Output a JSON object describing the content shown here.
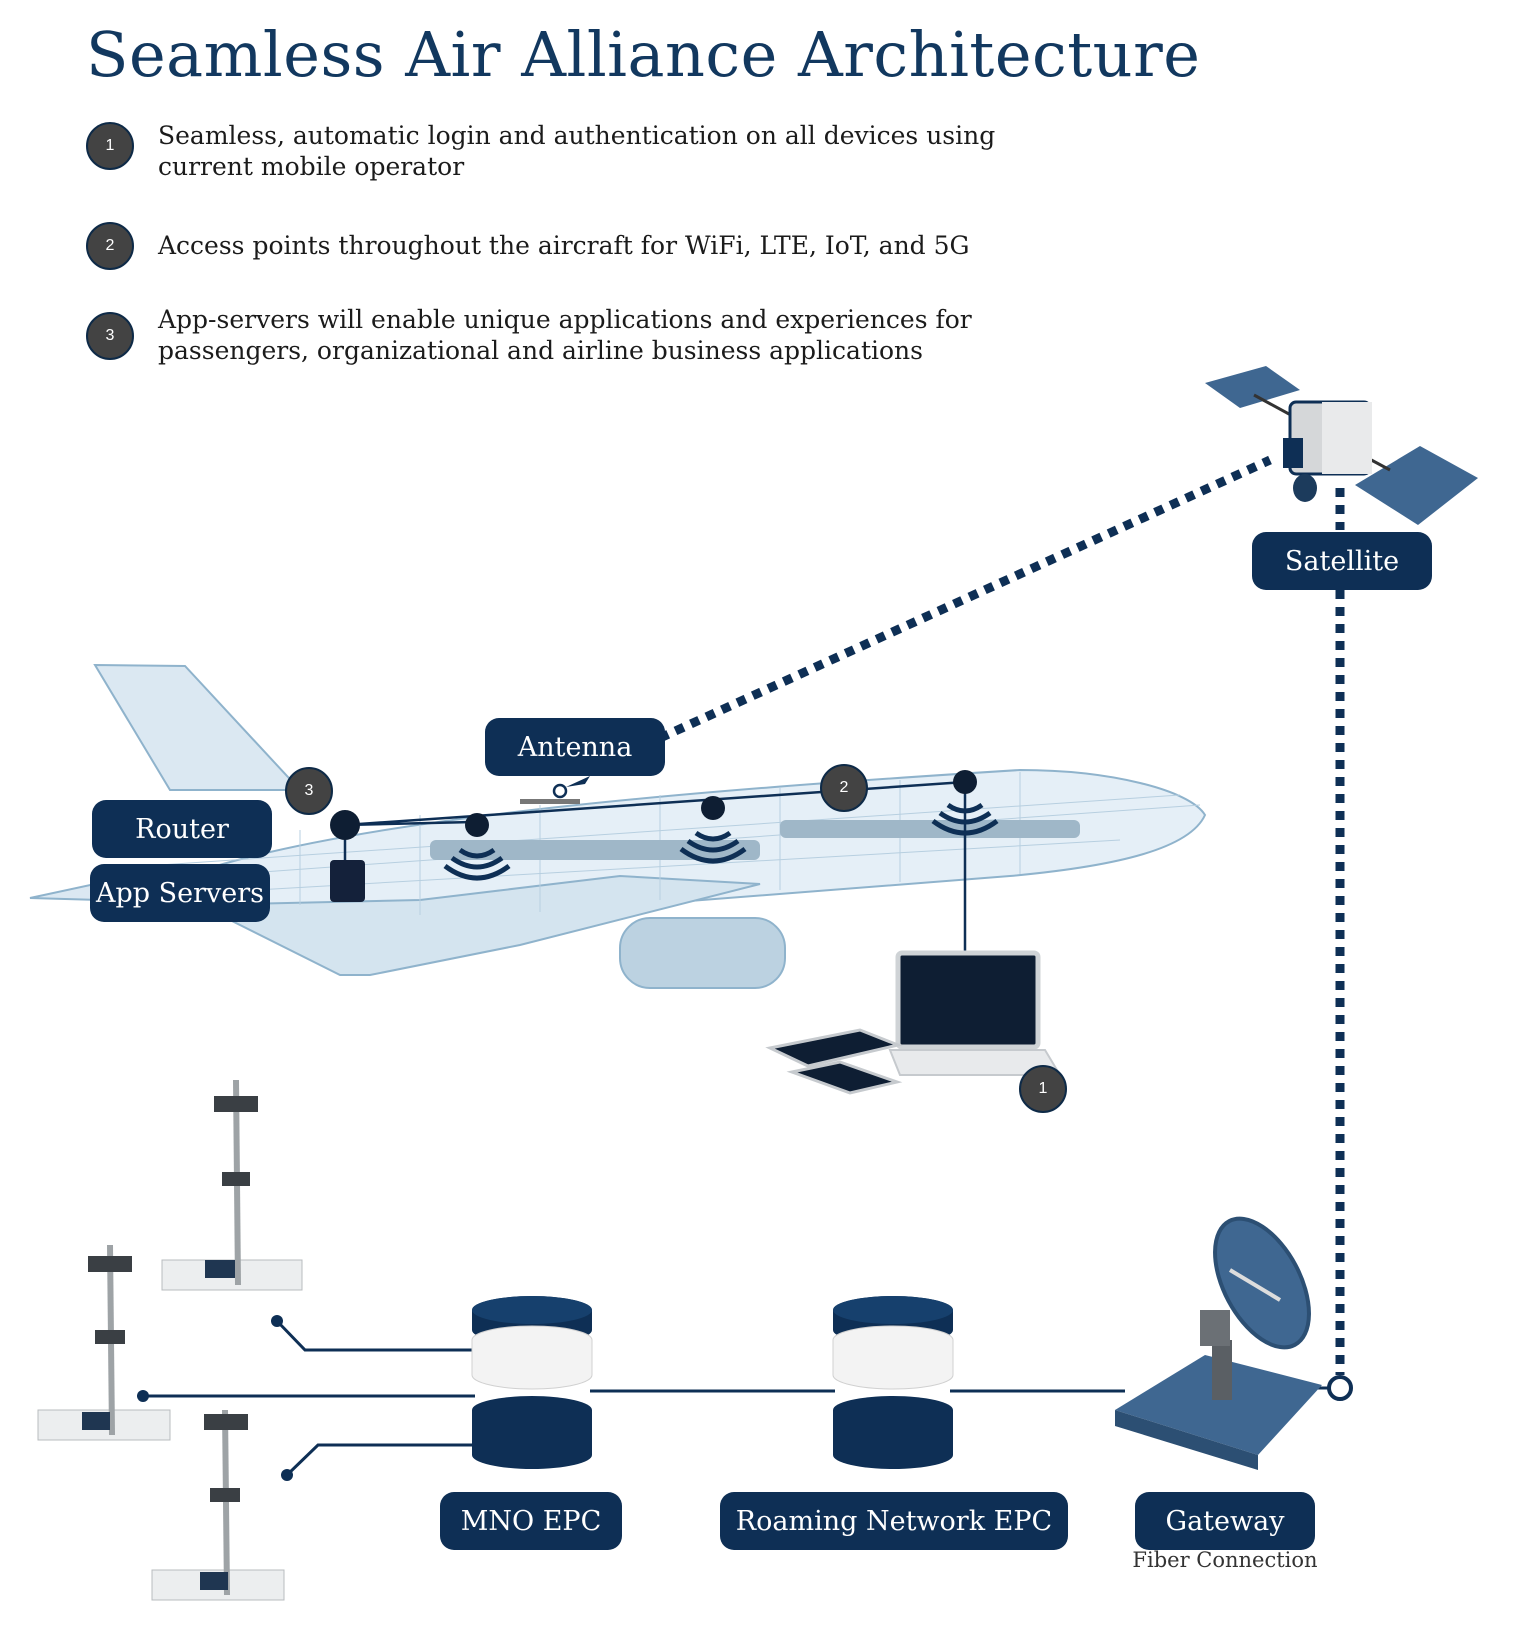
{
  "title": "Seamless Air Alliance Architecture",
  "bullets": [
    {
      "num": "1",
      "text": "Seamless, automatic login and authentication on all devices using current mobile operator"
    },
    {
      "num": "2",
      "text": "Access points throughout the aircraft for WiFi, LTE, IoT, and 5G"
    },
    {
      "num": "3",
      "text": "App-servers will enable unique applications and experiences for passengers, organizational and airline business applications"
    }
  ],
  "labels": {
    "satellite": "Satellite",
    "antenna": "Antenna",
    "router": "Router",
    "app_servers": "App Servers",
    "mno_epc": "MNO EPC",
    "roaming_epc": "Roaming Network EPC",
    "gateway": "Gateway",
    "fiber": "Fiber Connection"
  },
  "markers": {
    "router": "3",
    "access_points": "2",
    "devices": "1"
  },
  "colors": {
    "navy": "#0e2f55",
    "marker": "#434343",
    "airplane": "#8fb3cc"
  },
  "icons": [
    "satellite-icon",
    "airplane-icon",
    "laptop-icon",
    "tablet-icon",
    "phone-icon",
    "cell-tower-icon",
    "server-stack-icon",
    "dish-antenna-icon",
    "wifi-icon"
  ]
}
